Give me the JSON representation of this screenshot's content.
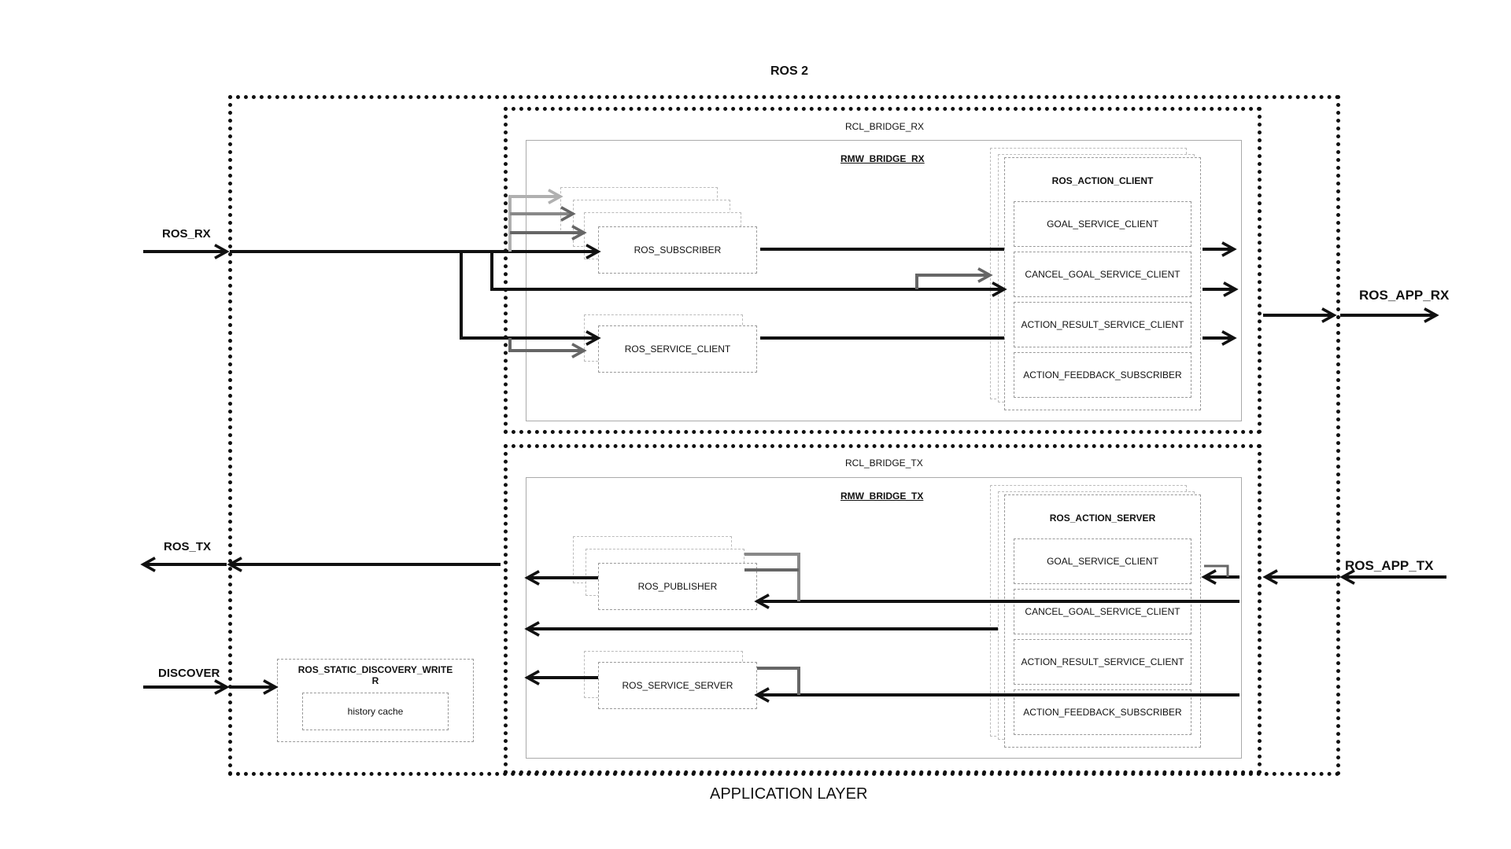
{
  "title": "ROS 2",
  "footer": "APPLICATION LAYER",
  "ports": {
    "ros_rx": "ROS_RX",
    "ros_tx": "ROS_TX",
    "discover": "DISCOVER",
    "ros_app_rx": "ROS_APP_RX",
    "ros_app_tx": "ROS_APP_TX"
  },
  "rx": {
    "rcl_label": "RCL_BRIDGE_RX",
    "rmw_label": "RMW_BRIDGE_RX",
    "subscriber": "ROS_SUBSCRIBER",
    "service_client": "ROS_SERVICE_CLIENT",
    "action": {
      "title": "ROS_ACTION_CLIENT",
      "items": [
        "GOAL_SERVICE_CLIENT",
        "CANCEL_GOAL_SERVICE_CLIENT",
        "ACTION_RESULT_SERVICE_CLIENT",
        "ACTION_FEEDBACK_SUBSCRIBER"
      ]
    }
  },
  "tx": {
    "rcl_label": "RCL_BRIDGE_TX",
    "rmw_label": "RMW_BRIDGE_TX",
    "publisher": "ROS_PUBLISHER",
    "service_server": "ROS_SERVICE_SERVER",
    "action": {
      "title": "ROS_ACTION_SERVER",
      "items": [
        "GOAL_SERVICE_CLIENT",
        "CANCEL_GOAL_SERVICE_CLIENT",
        "ACTION_RESULT_SERVICE_CLIENT",
        "ACTION_FEEDBACK_SUBSCRIBER"
      ]
    }
  },
  "discovery": {
    "title_line1": "ROS_STATIC_DISCOVERY_WRITE",
    "title_line2": "R",
    "cache": "history cache"
  },
  "colors": {
    "line": "#111111",
    "gray_arrow": "#666666",
    "light_arrow": "#b0b0b0",
    "box_border": "#aaaaaa"
  }
}
